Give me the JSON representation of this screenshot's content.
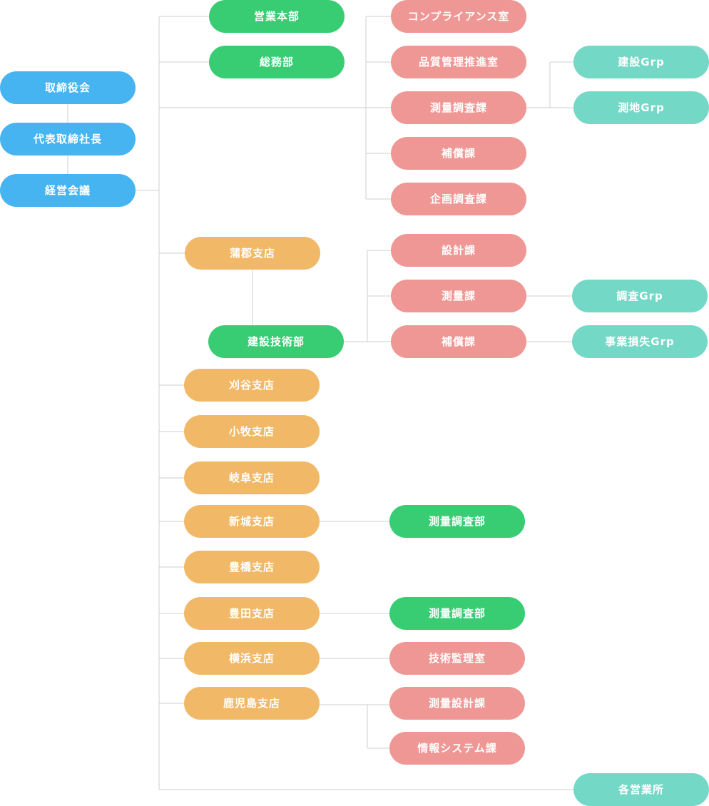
{
  "colors": {
    "executive": "#46b4f0",
    "department": "#38cd72",
    "section": "#ee9794",
    "branch": "#f1b967",
    "group": "#74d8c6",
    "connector": "#cfcfcf"
  },
  "org": {
    "board": "取締役会",
    "president": "代表取締社長",
    "management_meeting": "経営会議",
    "sales_hq": "営業本部",
    "general_affairs": "総務部",
    "hq_sections": {
      "compliance": "コンプライアンス室",
      "quality": "品質管理推進室",
      "survey_investigation": "測量調査課",
      "compensation": "補償課",
      "planning": "企画調査課"
    },
    "survey_groups": {
      "construction": "建設Grp",
      "geodesy": "測地Grp"
    },
    "branches": {
      "gamagori": "蒲郡支店",
      "kariya": "刈谷支店",
      "komaki": "小牧支店",
      "gifu": "岐阜支店",
      "shinshiro": "新城支店",
      "toyohashi": "豊橋支店",
      "toyota": "豊田支店",
      "yokohama": "横浜支店",
      "kagoshima": "鹿児島支店"
    },
    "construction_tech_dept": "建設技術部",
    "ctd_sections": {
      "design": "設計課",
      "survey": "測量課",
      "compensation": "補償課"
    },
    "ctd_groups": {
      "investigation": "調査Grp",
      "business_loss": "事業損失Grp"
    },
    "branch_units": {
      "shinshiro_survey_dept": "測量調査部",
      "toyota_survey_dept": "測量調査部",
      "yokohama_tech_supervision": "技術監理室",
      "kagoshima_survey_design": "測量設計課",
      "kagoshima_info_system": "情報システム課"
    },
    "sales_offices": "各営業所"
  }
}
